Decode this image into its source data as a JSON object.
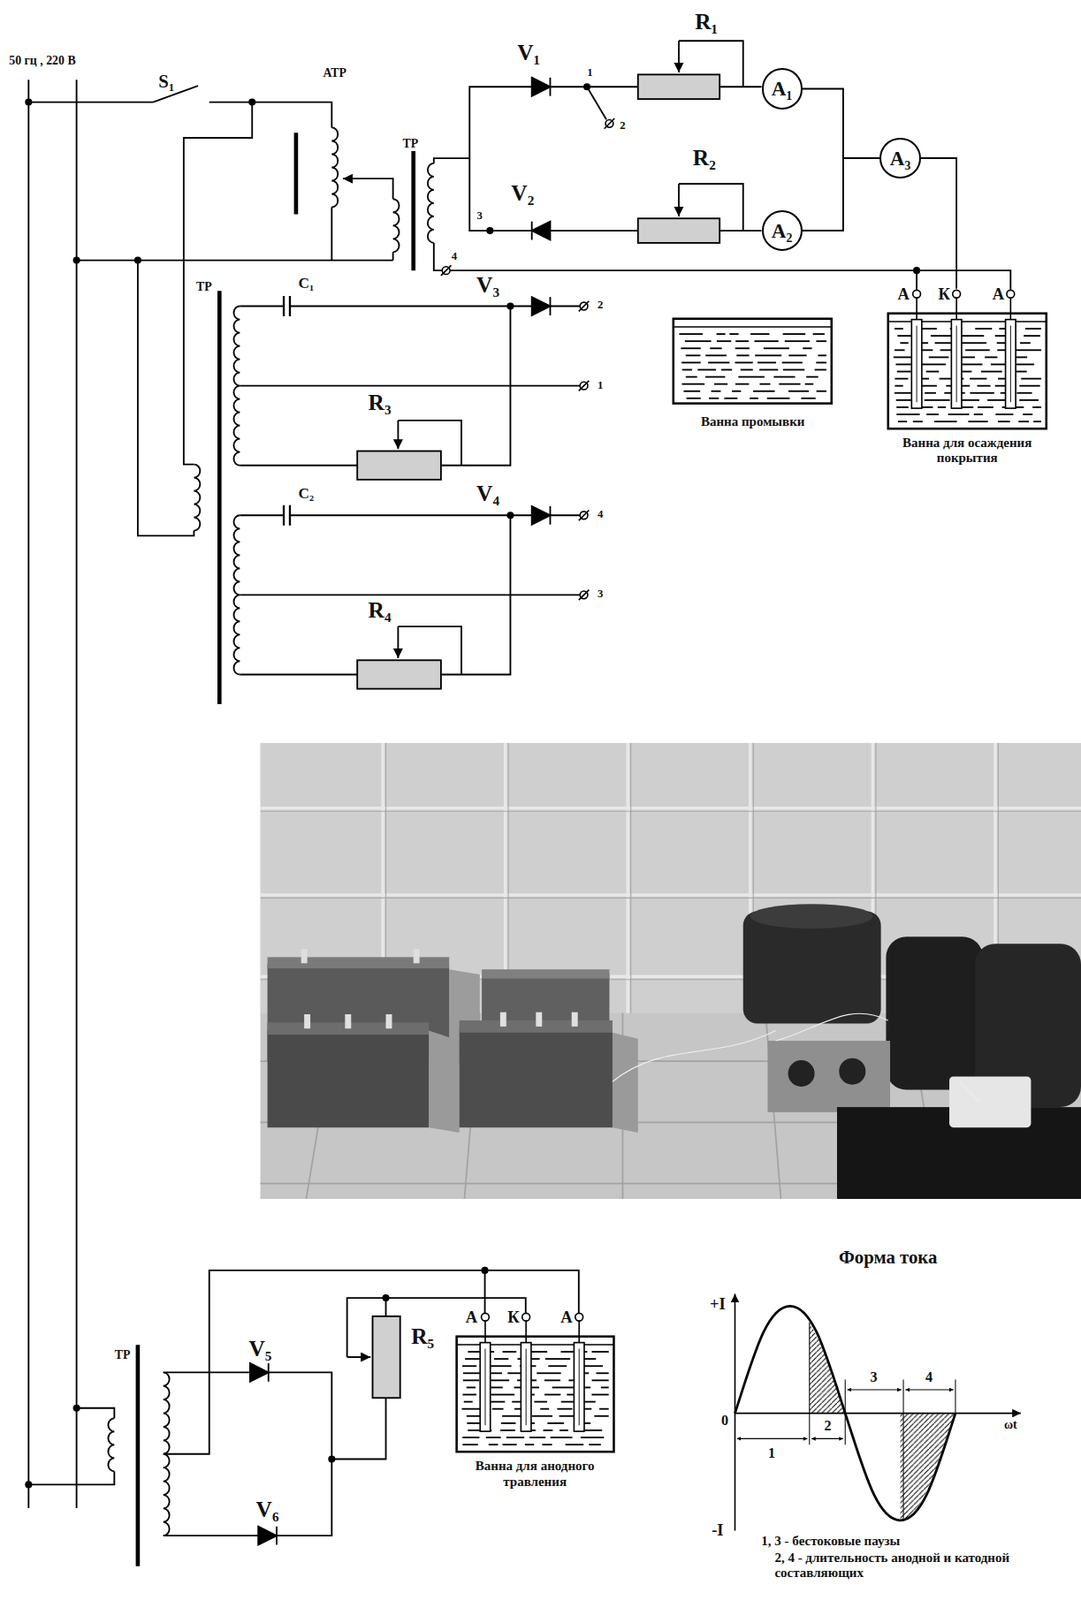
{
  "diagram": {
    "nodes": [
      {
        "text": [
          "A₁"
        ]
      },
      {
        "text": [
          "A₃"
        ]
      },
      {
        "text": [
          "A₂"
        ]
      },
      {
        "text": [
          "Ванна промывки"
        ]
      },
      {
        "text": [
          "Ванна для осаждения покрытия"
        ]
      },
      {
        "text": [
          "Ванна для анодного травления"
        ]
      }
    ],
    "edges": [
      {
        "from": 0,
        "to": 1,
        "arrow": "none"
      },
      {
        "from": 2,
        "to": 1,
        "arrow": "none"
      },
      {
        "from": 1,
        "to": 4,
        "arrow": "none"
      }
    ],
    "labels": [
      "50 гц , 220 В",
      "S₁",
      "АТР",
      "V₁",
      "R₁",
      "1",
      "2",
      "ТР",
      "R₂",
      "V₂",
      "3",
      "4",
      "ТР",
      "C₁",
      "V₃",
      "2",
      "А",
      "К",
      "А",
      "1",
      "R₃",
      "C₂",
      "V₄",
      "4",
      "3",
      "R₄",
      "Форма тока",
      "+I",
      "А",
      "К",
      "А",
      "ТР",
      "V₅",
      "R₅",
      "0",
      "1",
      "2",
      "3",
      "4",
      "ωt",
      "V₆",
      "-I",
      "1, 3 - бестоковые паузы",
      "2, 4 - длительность анодной и катодной составляющих"
    ]
  }
}
